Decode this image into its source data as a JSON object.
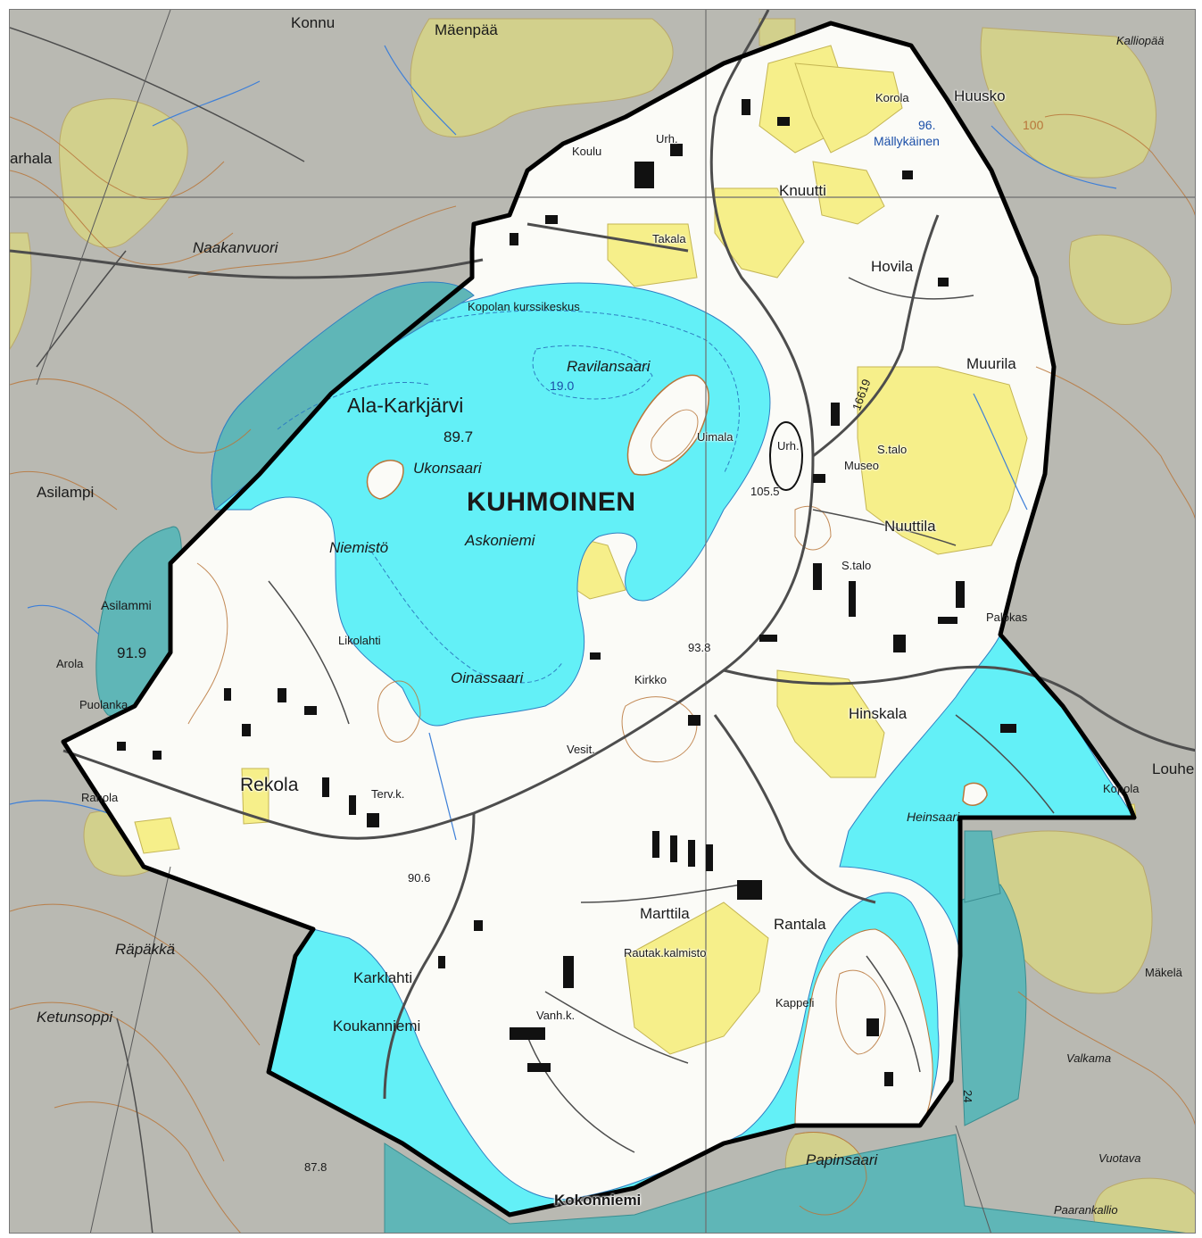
{
  "colors": {
    "terrain": "#b9b9b2",
    "forest": "#d2d08c",
    "field": "#f6ef8a",
    "water": "#63f0f7",
    "water_outside": "#5fb6b7",
    "contour": "#b8763a",
    "road": "#5a5a5a",
    "boundary": "#000000",
    "stream": "#3d7fd8"
  },
  "labels": {
    "town": "KUHMOINEN",
    "lake": "Ala-Karkjärvi",
    "lake_level": "89.7",
    "lake_depth": "19.0",
    "asilammi_level": "91.9",
    "mallykainen_level": "96.",
    "elev_1055": "105.5",
    "elev_938": "93.8",
    "elev_906": "90.6",
    "elev_878": "87.8",
    "road_no": "16619",
    "contour_100": "100",
    "depth_24": "24",
    "konnu": "Konnu",
    "maenpaa": "Mäenpää",
    "korola": "Korola",
    "huusko": "Huusko",
    "kalliopaa": "Kalliopää",
    "mallykainen": "Mällykäinen",
    "urh1": "Urh.",
    "koulu": "Koulu",
    "knuutti": "Knuutti",
    "takala": "Takala",
    "hovila": "Hovila",
    "arhala": "arhala",
    "naakanvuori": "Naakanvuori",
    "kopola": "Kopolan kurssikeskus",
    "ravilansaari": "Ravilansaari",
    "muurila": "Muurila",
    "uimala": "Uimala",
    "urh2": "Urh.",
    "museo": "Museo",
    "stalo1": "S.talo",
    "ukonsaari": "Ukonsaari",
    "asilampi": "Asilampi",
    "nuuttila": "Nuuttila",
    "askoniemi": "Askoniemi",
    "niemisto": "Niemistö",
    "stalo2": "S.talo",
    "asilammi": "Asilammi",
    "palokas": "Palokas",
    "likolahti": "Likolahti",
    "arola": "Arola",
    "kirkko": "Kirkko",
    "oinassaari": "Oinassaari",
    "puolanka": "Puolanka",
    "hinskala": "Hinskala",
    "vesit": "Vesit.",
    "louhela": "Louhela",
    "rekola": "Rekola",
    "terv": "Terv.k.",
    "rahola": "Rahola",
    "kopola2": "Kopola",
    "heinsaari": "Heinsaari",
    "marttila": "Marttila",
    "rantala": "Rantala",
    "rapakka": "Räpäkkä",
    "rautak": "Rautak.kalmisto",
    "karklahti": "Karklahti",
    "makela": "Mäkelä",
    "kappeli": "Kappeli",
    "ketunsoppi": "Ketunsoppi",
    "vanh": "Vanh.k.",
    "koukanniemi": "Koukanniemi",
    "valkama": "Valkama",
    "papinsaari": "Papinsaari",
    "vuotava": "Vuotava",
    "kokonniemi": "Kokonniemi",
    "paarankallio": "Paarankallio"
  }
}
